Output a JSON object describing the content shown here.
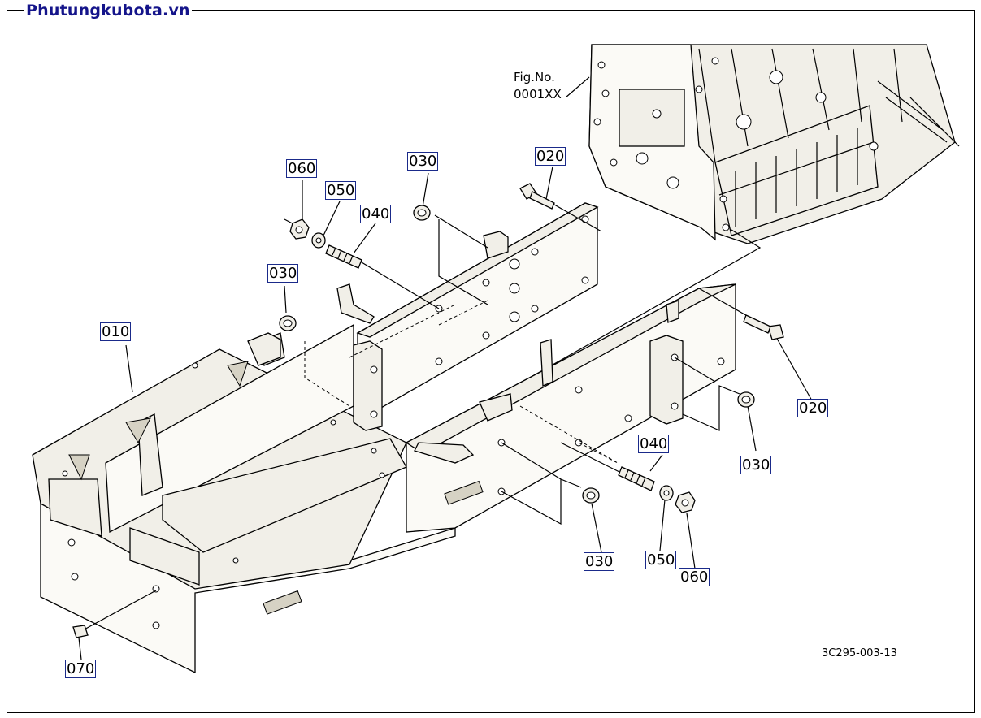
{
  "site": {
    "brand": "Phutungkubota.vn"
  },
  "figure_ref": {
    "line1": "Fig.No.",
    "line2": "0001XX"
  },
  "drawing_code": "3C295-003-13",
  "callouts": {
    "p010": "010",
    "p020_top": "020",
    "p020_right": "020",
    "p030_top": "030",
    "p030_left": "030",
    "p030_right": "030",
    "p030_bottom": "030",
    "p040_top": "040",
    "p040_bottom": "040",
    "p050_top": "050",
    "p050_bottom": "050",
    "p060_top": "060",
    "p060_bottom": "060",
    "p070": "070"
  },
  "colors": {
    "brand": "#14148a",
    "callout_border": "#1a2a8a",
    "part_fill": "#f1efe8"
  }
}
